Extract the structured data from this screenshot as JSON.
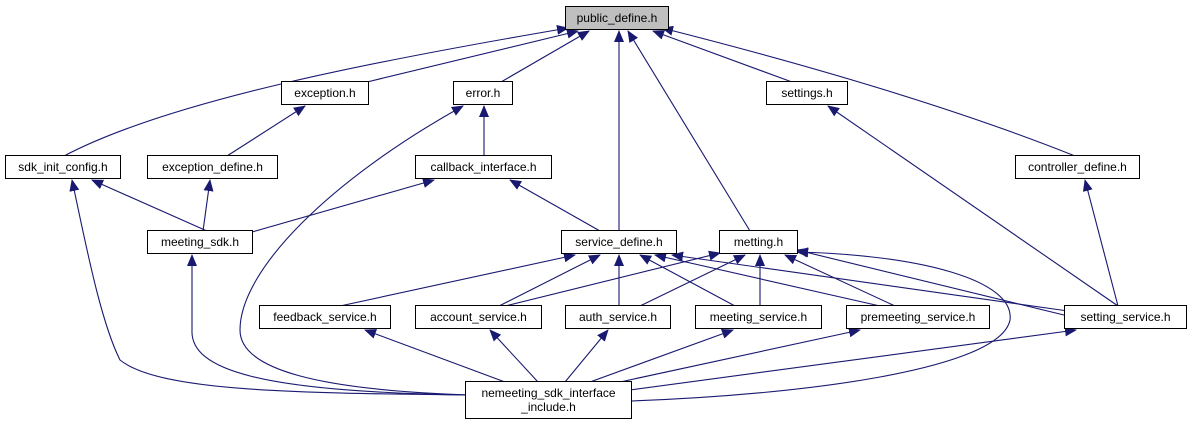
{
  "graph": {
    "edge_color": "#191970",
    "root_fill": "#bfbfbf",
    "nodes": {
      "public_define": "public_define.h",
      "exception": "exception.h",
      "error": "error.h",
      "settings": "settings.h",
      "sdk_init_config": "sdk_init_config.h",
      "exception_define": "exception_define.h",
      "callback_interface": "callback_interface.h",
      "controller_define": "controller_define.h",
      "meeting_sdk": "meeting_sdk.h",
      "service_define": "service_define.h",
      "metting": "metting.h",
      "feedback_service": "feedback_service.h",
      "account_service": "account_service.h",
      "auth_service": "auth_service.h",
      "meeting_service": "meeting_service.h",
      "premeeting_service": "premeeting_service.h",
      "setting_service": "setting_service.h",
      "nemeeting_sdk_interface_include": "nemeeting_sdk_interface\n_include.h"
    }
  }
}
